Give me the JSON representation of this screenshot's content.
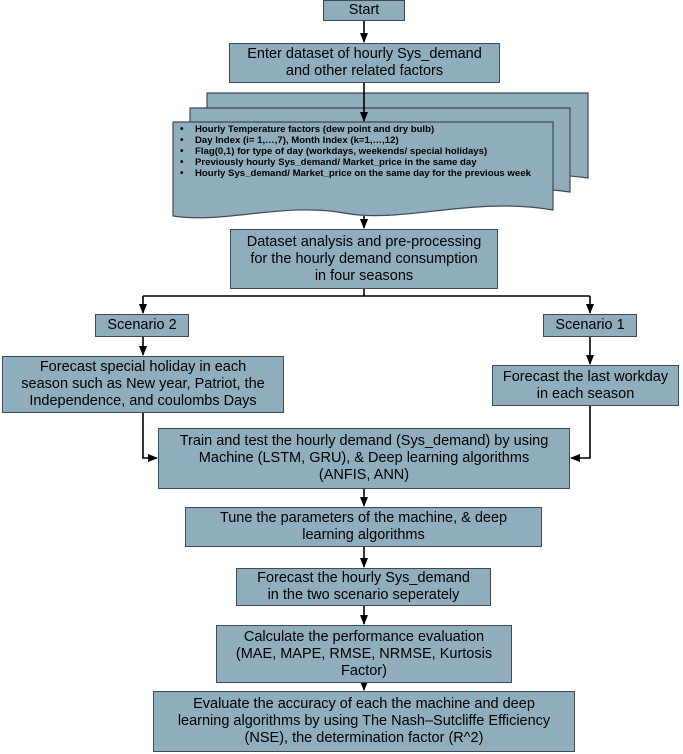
{
  "flow": {
    "start": "Start",
    "enter_dataset": "Enter dataset of hourly Sys_demand\nand other related factors",
    "factors": [
      "Hourly Temperature factors (dew point and dry bulb)",
      "Day Index (i= 1,…,7), Month Index (k=1,…,12)",
      "Flag(0,1) for type of day (workdays, weekends/ special holidays)",
      "Previously hourly Sys_demand/ Market_price in the same day",
      "Hourly Sys_demand/ Market_price on the same day for the previous week"
    ],
    "analysis": "Dataset analysis and pre-processing\nfor the hourly demand consumption\nin four seasons",
    "scenario2": "Scenario 2",
    "scenario1": "Scenario 1",
    "forecast_holiday": "Forecast special holiday in each\nseason such as New year, Patriot, the\nIndependence, and coulombs Days",
    "forecast_workday": "Forecast the last workday\nin each season",
    "train_test": "Train and test the hourly demand (Sys_demand) by using\nMachine (LSTM, GRU), & Deep learning algorithms\n(ANFIS, ANN)",
    "tune": "Tune the parameters of the machine, & deep\nlearning algorithms",
    "forecast_hourly": "Forecast the hourly Sys_demand\nin the two scenario seperately",
    "performance": "Calculate the performance evaluation\n(MAE, MAPE, RMSE, NRMSE, Kurtosis\nFactor)",
    "evaluate": "Evaluate the accuracy of each the machine and deep\nlearning algorithms by using The Nash–Sutcliffe Efficiency\n(NSE), the determination factor (R^2)"
  },
  "colors": {
    "box_fill": "#8fadbc",
    "box_border": "#3f4a52",
    "arrow": "#000000"
  }
}
